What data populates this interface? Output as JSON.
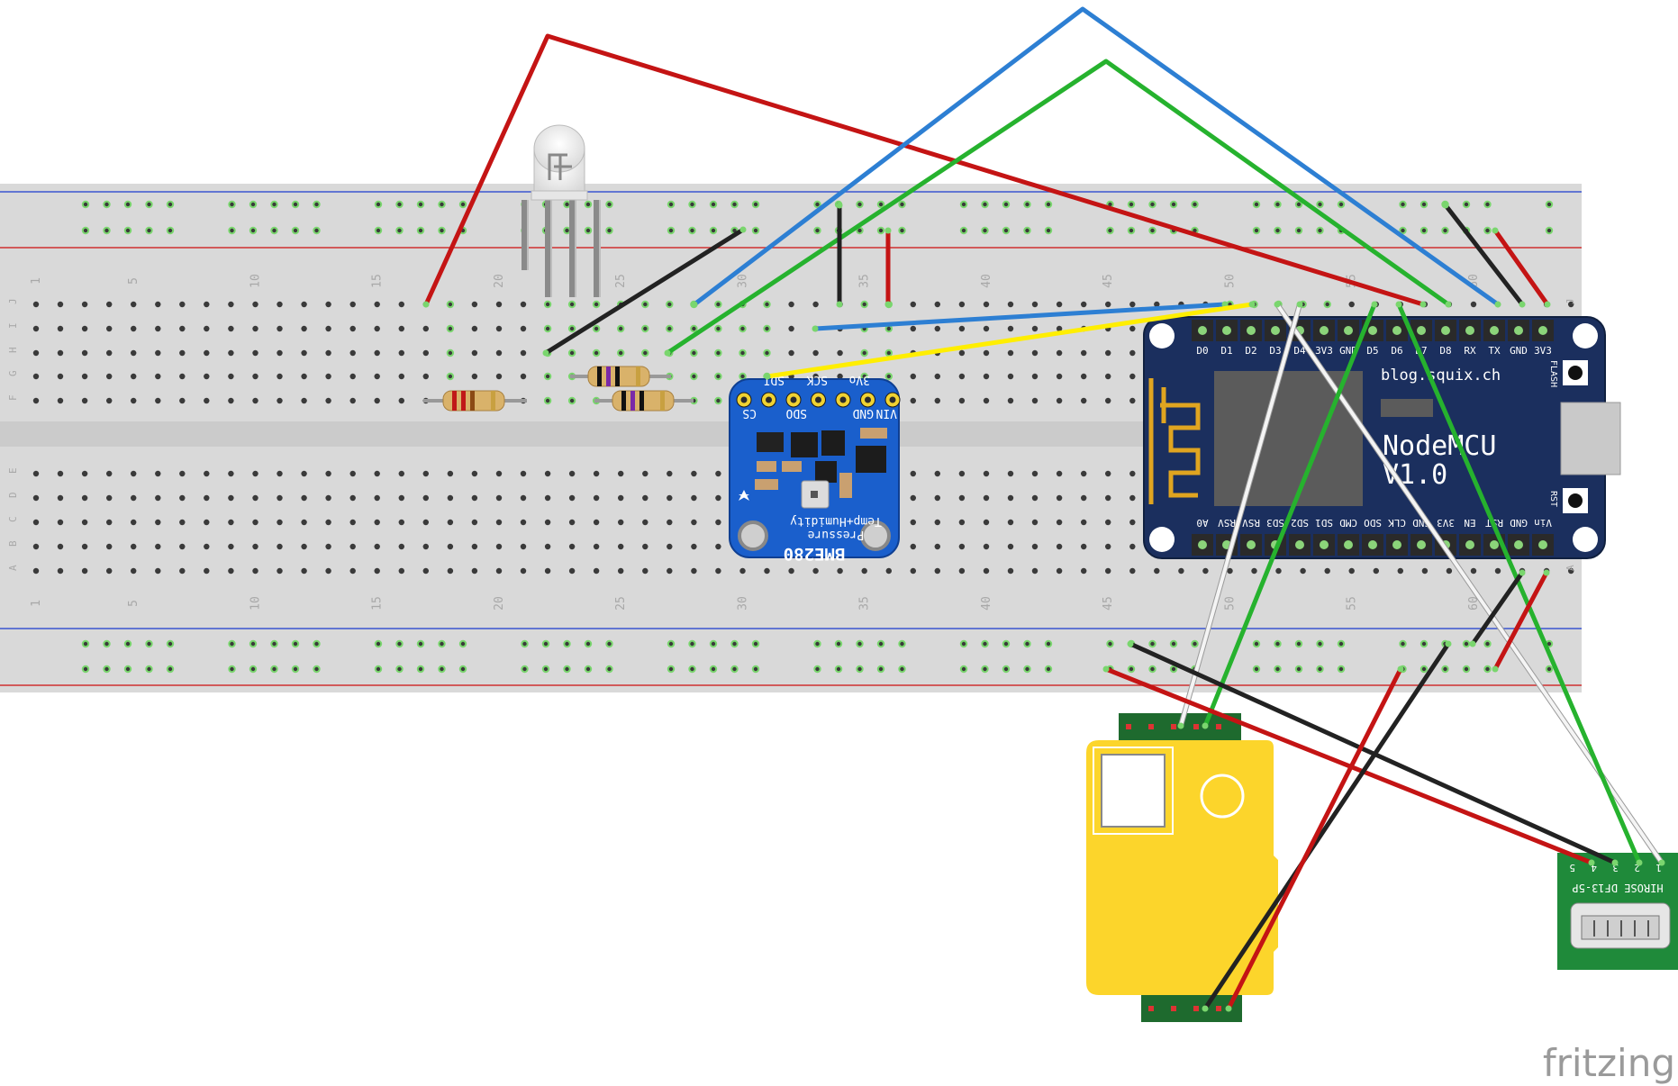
{
  "watermark": "fritzing",
  "breadboard": {
    "row_letters_top": [
      "J",
      "I",
      "H",
      "G",
      "F"
    ],
    "row_letters_bottom": [
      "E",
      "D",
      "C",
      "B",
      "A"
    ],
    "column_numbers": [
      "1",
      "5",
      "10",
      "15",
      "20",
      "25",
      "30",
      "35",
      "40",
      "45",
      "50",
      "55",
      "60"
    ]
  },
  "bme280": {
    "pins": [
      "CS",
      "SDI",
      "SCK",
      "3Vo",
      "SDO",
      "GND",
      "VIN"
    ],
    "label_line1": "Temp+Humidity",
    "label_line2": "Pressure",
    "name": "BME280"
  },
  "nodemcu": {
    "site": "blog.squix.ch",
    "title_line1": "NodeMCU",
    "title_line2": "V1.0",
    "top_pins": [
      "D0",
      "D1",
      "D2",
      "D3",
      "D4",
      "3V3",
      "GND",
      "D5",
      "D6",
      "D7",
      "D8",
      "RX",
      "TX",
      "GND",
      "3V3"
    ],
    "bottom_pins": [
      "A0",
      "RSV",
      "RSV",
      "SD3",
      "SD2",
      "SD1",
      "CMD",
      "SDO",
      "CLK",
      "GND",
      "3V3",
      "EN",
      "RST",
      "GND",
      "Vin"
    ],
    "flash_label": "FLASH",
    "rst_label": "RST"
  },
  "connector": {
    "name": "HIROSE DF13-5P",
    "pins": [
      "5",
      "4",
      "3",
      "2",
      "1"
    ]
  },
  "colors": {
    "wire_red": "#c41414",
    "wire_blue": "#2d7fd3",
    "wire_green": "#26b22e",
    "wire_black": "#222222",
    "wire_yellow": "#ffee00",
    "wire_white": "#f4f4f4",
    "bme_blue": "#1a5fcc",
    "nodemcu_navy": "#1b2f5e",
    "sensor_yellow": "#fcd52b",
    "connector_green": "#1f8a3a"
  }
}
